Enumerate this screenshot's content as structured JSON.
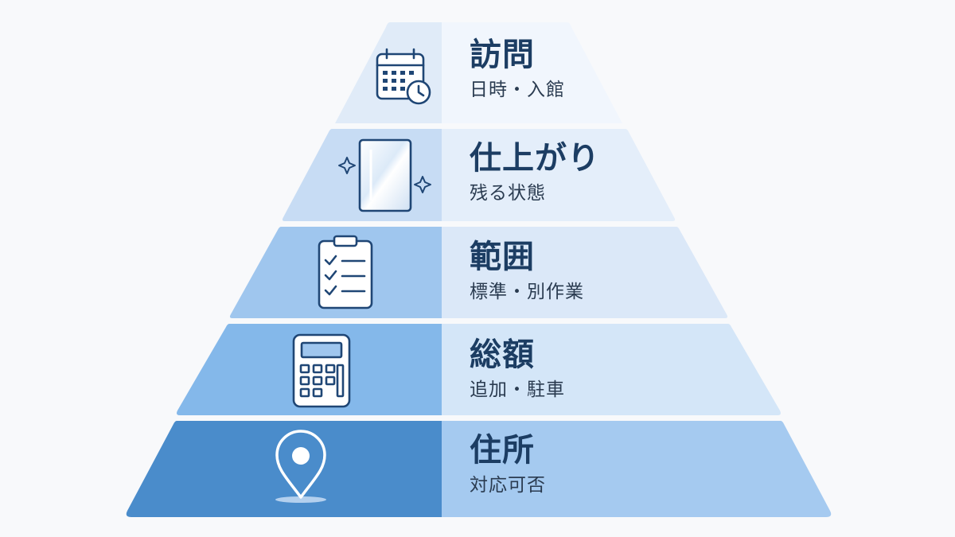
{
  "colors": {
    "icon_stroke": "#1f4675",
    "tier_left_fills": [
      "#e0ebf8",
      "#c7dcf4",
      "#9fc6ee",
      "#84b8ea",
      "#4a8ccb"
    ],
    "tier_right_fills": [
      "#f1f6fd",
      "#e4eefa",
      "#dbe8f8",
      "#d4e6f8",
      "#a5caf0"
    ]
  },
  "tiers": [
    {
      "title": "訪問",
      "subtitle": "日時・入館",
      "icon": "calendar-clock-icon"
    },
    {
      "title": "仕上がり",
      "subtitle": "残る状態",
      "icon": "sparkling-mirror-icon"
    },
    {
      "title": "範囲",
      "subtitle": "標準・別作業",
      "icon": "checklist-clipboard-icon"
    },
    {
      "title": "総額",
      "subtitle": "追加・駐車",
      "icon": "calculator-icon"
    },
    {
      "title": "住所",
      "subtitle": "対応可否",
      "icon": "map-pin-icon"
    }
  ]
}
